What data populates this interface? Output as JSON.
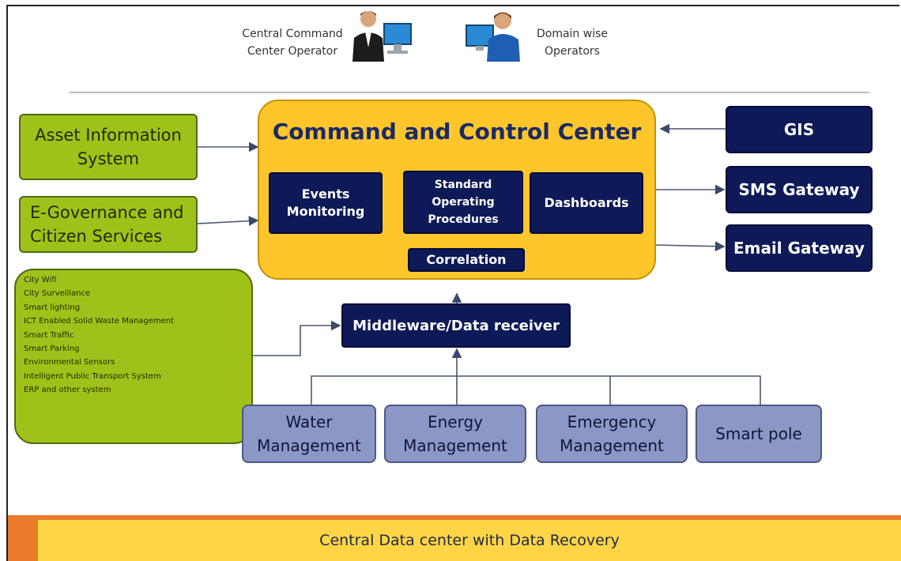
{
  "operators": {
    "central_label_line1": "Central Command",
    "central_label_line2": "Center Operator",
    "domain_label_line1": "Domain wise",
    "domain_label_line2": "Operators"
  },
  "left_inputs": {
    "asset_line1": "Asset  Information",
    "asset_line2": "System",
    "egov_line1": "E-Governance and",
    "egov_line2": "Citizen Services",
    "systems": [
      "City Wifi",
      "City Surveillance",
      "Smart lighting",
      "ICT Enabled Solid Waste Management",
      "Smart Traffic",
      "Smart Parking",
      "Environmental Sensors",
      "Intelligent Public Transport System",
      "ERP and other system"
    ]
  },
  "command_center": {
    "title": "Command and Control Center",
    "events_line1": "Events",
    "events_line2": "Monitoring",
    "sop_line1": "Standard",
    "sop_line2": "Operating",
    "sop_line3": "Procedures",
    "dashboards": "Dashboards",
    "correlation": "Correlation"
  },
  "right_outputs": {
    "gis": "GIS",
    "sms": "SMS Gateway",
    "email": "Email Gateway"
  },
  "middleware": "Middleware/Data receiver",
  "domains": {
    "water_line1": "Water",
    "water_line2": "Management",
    "energy_line1": "Energy",
    "energy_line2": "Management",
    "emergency_line1": "Emergency",
    "emergency_line2": "Management",
    "smartpole": "Smart pole"
  },
  "footer": "Central Data center with Data Recovery",
  "colors": {
    "green": "#9fc21a",
    "yellow": "#ffc62b",
    "navy": "#0d1a57",
    "purple": "#8b98c6",
    "orange": "#e97b2b"
  }
}
